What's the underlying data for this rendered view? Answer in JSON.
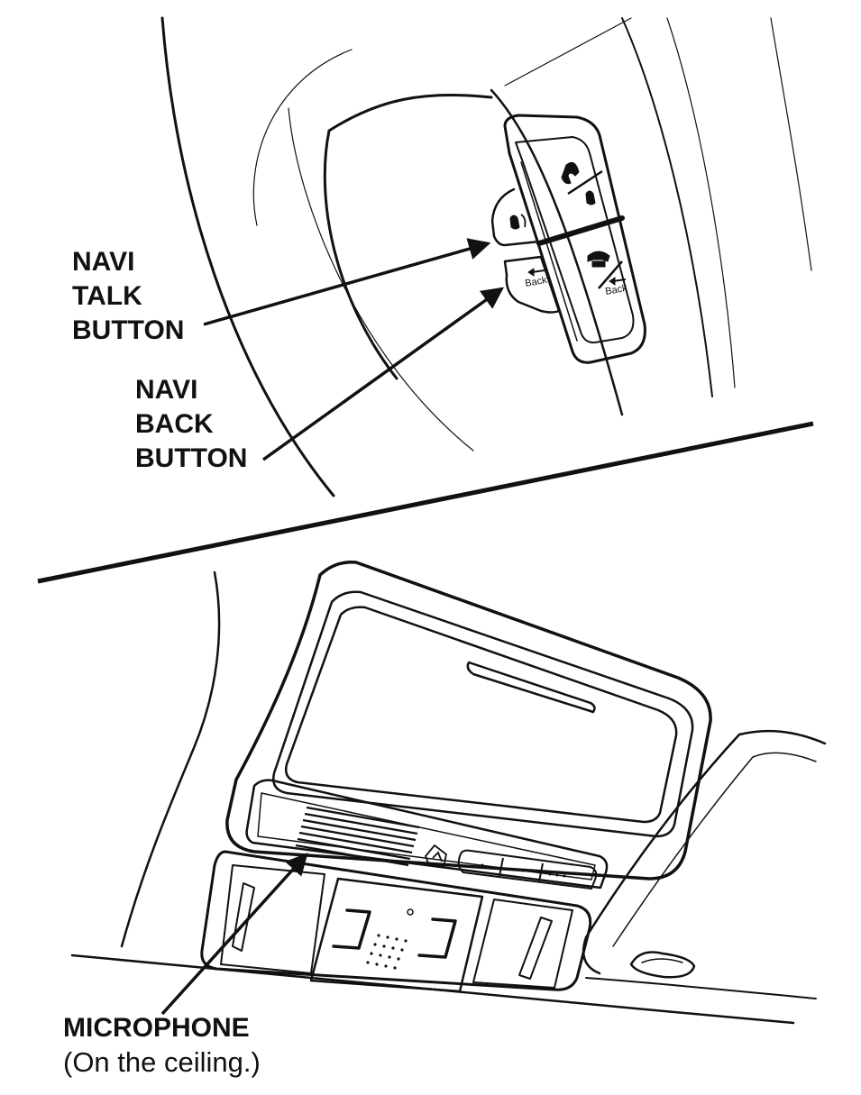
{
  "callouts": {
    "talk": {
      "line1": "NAVI",
      "line2": "TALK",
      "line3": "BUTTON"
    },
    "back": {
      "line1": "NAVI",
      "line2": "BACK",
      "line3": "BUTTON"
    },
    "microphone": {
      "title": "MICROPHONE",
      "note": "(On the ceiling.)"
    }
  },
  "button_glyphs": {
    "back_text": "Back"
  },
  "colors": {
    "ink": "#111111",
    "paper": "#ffffff"
  }
}
